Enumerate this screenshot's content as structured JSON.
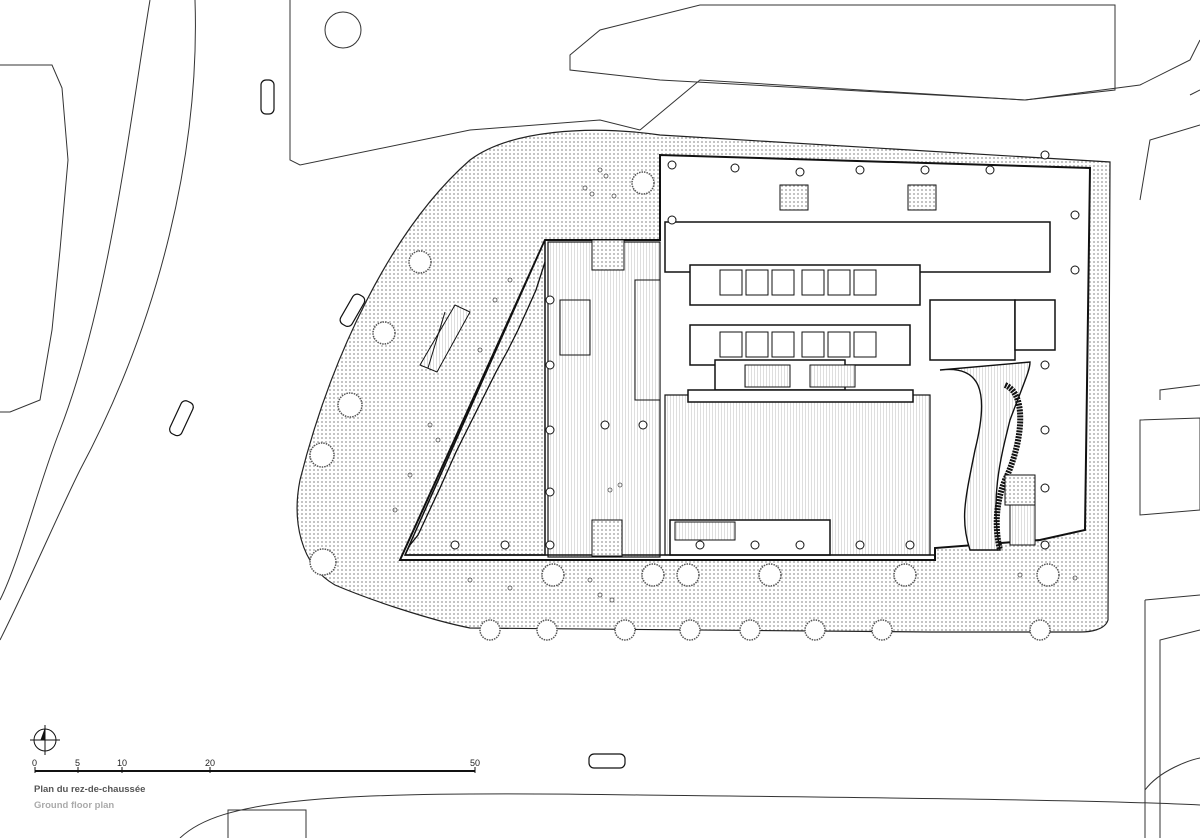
{
  "drawing": {
    "title_fr": "Plan du rez-de-chaussée",
    "title_en": "Ground floor plan"
  },
  "scale_bar": {
    "ticks": [
      "0",
      "5",
      "10",
      "20",
      "50"
    ]
  },
  "colors": {
    "line": "#222222",
    "paving": "#d9d9d9",
    "tree": "#6a6a6a",
    "title_fr": "#555555",
    "title_en": "#aaaaaa"
  },
  "icons": {
    "north_arrow": "north-arrow-icon",
    "car": "car-icon",
    "tree": "tree-icon",
    "column": "column-icon"
  }
}
